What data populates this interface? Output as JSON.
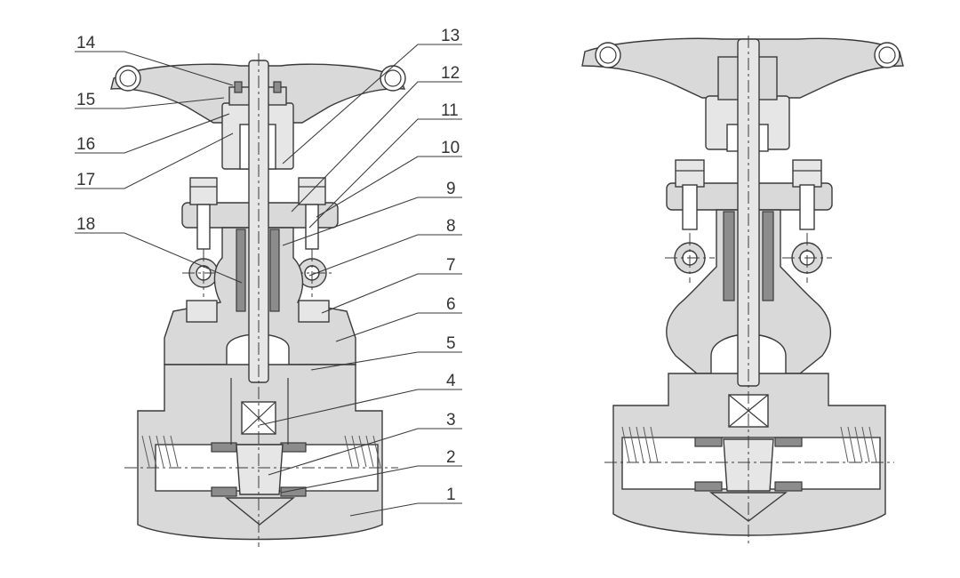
{
  "callouts": [
    {
      "num": "14",
      "side": "left"
    },
    {
      "num": "15",
      "side": "left"
    },
    {
      "num": "16",
      "side": "left"
    },
    {
      "num": "17",
      "side": "left"
    },
    {
      "num": "18",
      "side": "left"
    },
    {
      "num": "13",
      "side": "right"
    },
    {
      "num": "12",
      "side": "right"
    },
    {
      "num": "11",
      "side": "right"
    },
    {
      "num": "10",
      "side": "right"
    },
    {
      "num": "9",
      "side": "right"
    },
    {
      "num": "8",
      "side": "right"
    },
    {
      "num": "7",
      "side": "right"
    },
    {
      "num": "6",
      "side": "right"
    },
    {
      "num": "5",
      "side": "right"
    },
    {
      "num": "4",
      "side": "right"
    },
    {
      "num": "3",
      "side": "right"
    },
    {
      "num": "2",
      "side": "right"
    },
    {
      "num": "1",
      "side": "right"
    }
  ],
  "colors": {
    "metal": "#d9d9d9",
    "outline": "#3a3a3a",
    "seat": "#8c8c8c",
    "background": "#ffffff"
  }
}
